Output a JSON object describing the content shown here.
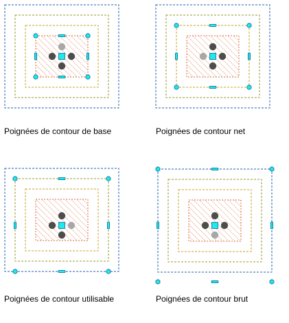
{
  "captions": {
    "base": "Poignées de contour de base",
    "net": "Poignées de contour net",
    "usable": "Poignées de contour utilisable",
    "gross": "Poignées de contour brut"
  },
  "colors": {
    "outer_boundary": "#1f5fb0",
    "middle_boundary": "#9a9a2a",
    "inner_boundary": "#c8a020",
    "hatch": "#d86a3a",
    "grip_fill": "#1ee8f0",
    "grip_stroke": "#0a6a8a",
    "dark_grip": "#4d4d4d",
    "light_grip": "#a8a8a8",
    "background": "#ffffff"
  },
  "icons": [
    "square-grip-icon",
    "circle-grip-icon",
    "edge-grip-icon",
    "hexagon-grip-icon"
  ]
}
